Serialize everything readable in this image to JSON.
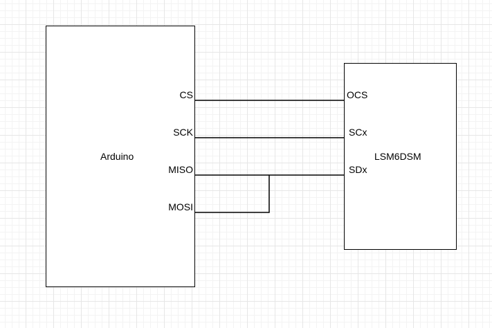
{
  "diagram": {
    "blocks": {
      "arduino": {
        "label": "Arduino"
      },
      "lsm": {
        "label": "LSM6DSM"
      }
    },
    "arduino_pins": [
      "CS",
      "SCK",
      "MISO",
      "MOSI"
    ],
    "lsm_pins": [
      "OCS",
      "SCx",
      "SDx"
    ],
    "connections": [
      {
        "from": "CS",
        "to": "OCS"
      },
      {
        "from": "SCK",
        "to": "SCx"
      },
      {
        "from": "MISO",
        "to": "SDx"
      },
      {
        "from": "MOSI",
        "to": "SDx"
      }
    ]
  }
}
